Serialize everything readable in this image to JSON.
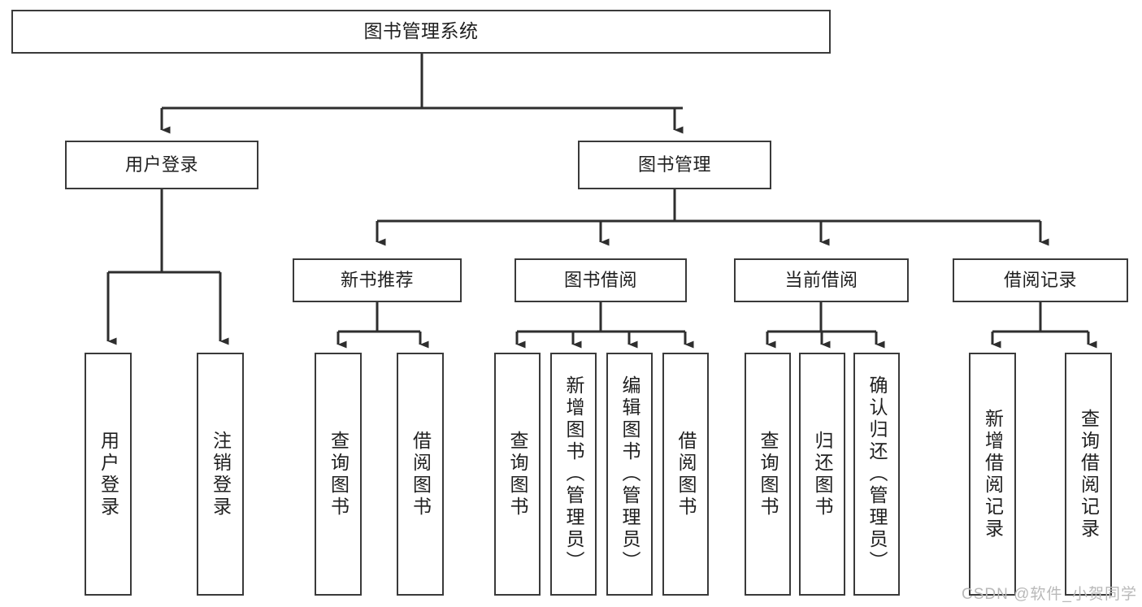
{
  "diagram": {
    "title": "图书管理系统",
    "type": "tree-hierarchy-chart",
    "root": {
      "label": "图书管理系统"
    },
    "level2": [
      {
        "label": "用户登录"
      },
      {
        "label": "图书管理"
      }
    ],
    "level3": [
      {
        "label": "新书推荐"
      },
      {
        "label": "图书借阅"
      },
      {
        "label": "当前借阅"
      },
      {
        "label": "借阅记录"
      }
    ],
    "leaves": {
      "user_login": [
        {
          "label": "用户登录"
        },
        {
          "label": "注销登录"
        }
      ],
      "new_book_recommend": [
        {
          "label": "查询图书"
        },
        {
          "label": "借阅图书"
        }
      ],
      "book_borrow": [
        {
          "label": "查询图书"
        },
        {
          "label": "新增图书（管理员）"
        },
        {
          "label": "编辑图书（管理员）"
        },
        {
          "label": "借阅图书"
        }
      ],
      "current_borrow": [
        {
          "label": "查询图书"
        },
        {
          "label": "归还图书"
        },
        {
          "label": "确认归还（管理员）"
        }
      ],
      "borrow_record": [
        {
          "label": "新增借阅记录"
        },
        {
          "label": "查询借阅记录"
        }
      ]
    }
  },
  "watermark": {
    "text": "CSDN @软件_小贺同学"
  },
  "colors": {
    "stroke": "#3a3a3a",
    "fill": "#ffffff",
    "text": "#1f1f1f",
    "watermark": "#b9b9b9"
  }
}
